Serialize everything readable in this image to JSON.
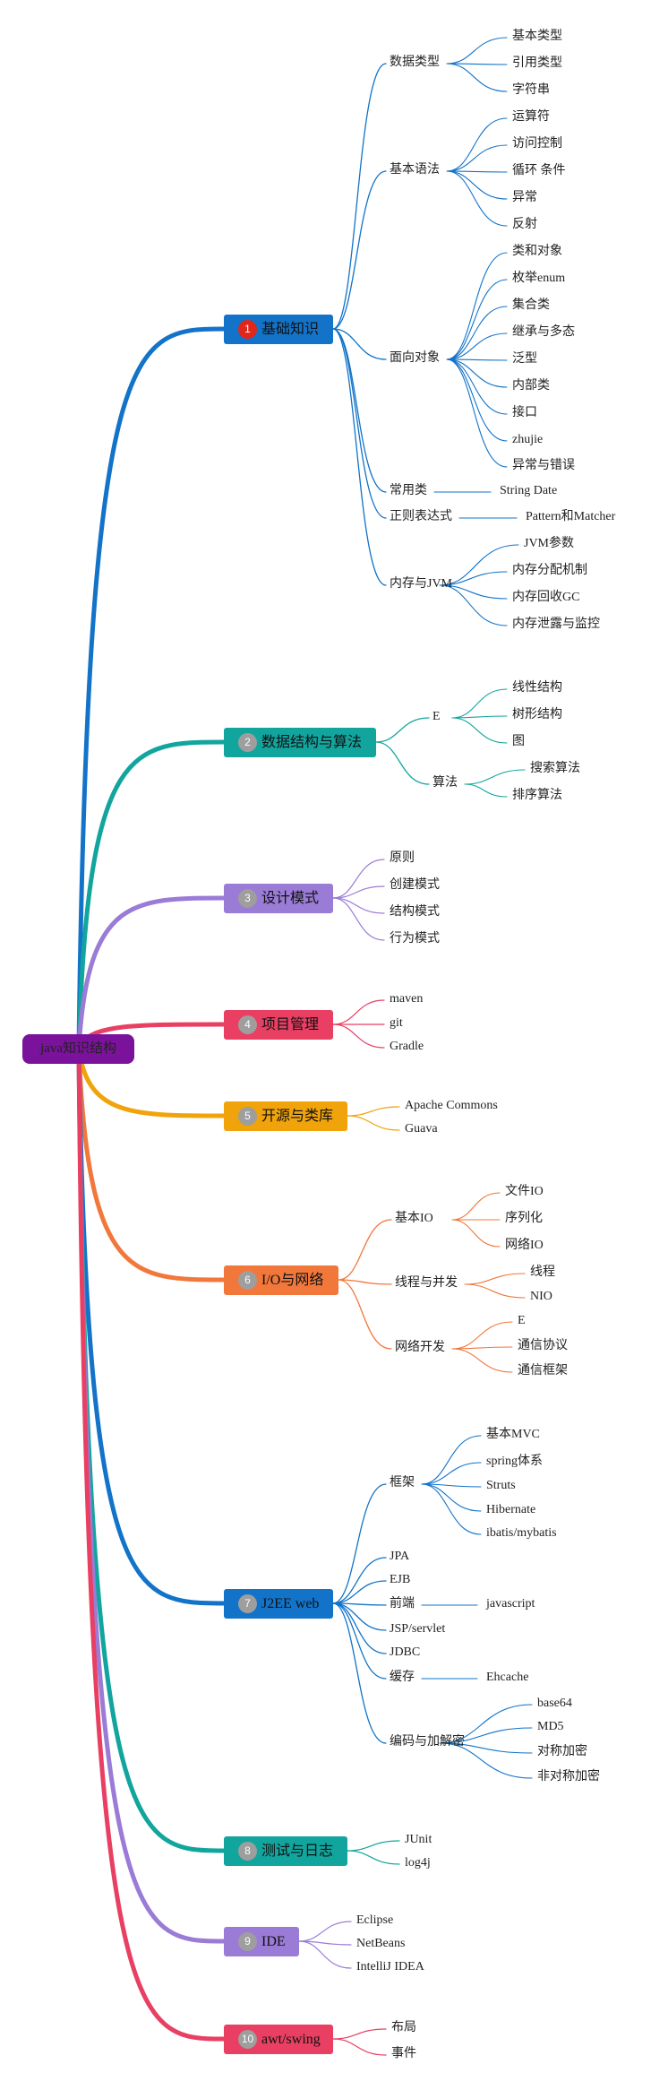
{
  "colors": {
    "root": "#7b129b",
    "b1": "#1273c9",
    "b2": "#12a59e",
    "b3": "#9a7bd6",
    "b4": "#e83f63",
    "b5": "#f0a30a",
    "b6": "#f2773b",
    "b7": "#1273c9",
    "b8": "#12a59e",
    "b9": "#9a7bd6",
    "b10": "#e83f63",
    "badge1": "#e1261c",
    "badge_other": "#9e9e9e"
  },
  "root": {
    "label": "java知识结构"
  },
  "branches": [
    {
      "num": "1",
      "label": "基础知识",
      "subs": [
        {
          "label": "数据类型",
          "items": [
            "基本类型",
            "引用类型",
            "字符串"
          ]
        },
        {
          "label": "基本语法",
          "items": [
            "运算符",
            "访问控制",
            "循环 条件",
            "异常",
            "反射"
          ]
        },
        {
          "label": "面向对象",
          "items": [
            "类和对象",
            "枚举enum",
            "集合类",
            "继承与多态",
            "泛型",
            "内部类",
            "接口",
            "zhujie",
            "异常与错误"
          ]
        },
        {
          "label": "常用类",
          "items": [
            "String Date"
          ]
        },
        {
          "label": "正则表达式",
          "items": [
            "Pattern和Matcher"
          ]
        },
        {
          "label": "内存与JVM",
          "items": [
            "JVM参数",
            "内存分配机制",
            "内存回收GC",
            "内存泄露与监控"
          ]
        }
      ]
    },
    {
      "num": "2",
      "label": "数据结构与算法",
      "subs": [
        {
          "label": "E",
          "items": [
            "线性结构",
            "树形结构",
            "图"
          ]
        },
        {
          "label": "算法",
          "items": [
            "搜索算法",
            "排序算法"
          ]
        }
      ]
    },
    {
      "num": "3",
      "label": "设计模式",
      "items": [
        "原则",
        "创建模式",
        "结构模式",
        "行为模式"
      ]
    },
    {
      "num": "4",
      "label": "项目管理",
      "items": [
        "maven",
        "git",
        "Gradle"
      ]
    },
    {
      "num": "5",
      "label": "开源与类库",
      "items": [
        "Apache Commons",
        "Guava"
      ]
    },
    {
      "num": "6",
      "label": "I/O与网络",
      "subs": [
        {
          "label": "基本IO",
          "items": [
            "文件IO",
            "序列化",
            "网络IO"
          ]
        },
        {
          "label": "线程与并发",
          "items": [
            "线程",
            "NIO"
          ]
        },
        {
          "label": "网络开发",
          "items": [
            "E",
            "通信协议",
            "通信框架"
          ]
        }
      ]
    },
    {
      "num": "7",
      "label": "J2EE web",
      "subs": [
        {
          "label": "框架",
          "items": [
            "基本MVC",
            "spring体系",
            "Struts",
            "Hibernate",
            "ibatis/mybatis"
          ]
        },
        {
          "label": "JPA",
          "items": []
        },
        {
          "label": "EJB",
          "items": []
        },
        {
          "label": "前端",
          "items": [
            "javascript"
          ]
        },
        {
          "label": "JSP/servlet",
          "items": []
        },
        {
          "label": "JDBC",
          "items": []
        },
        {
          "label": "缓存",
          "items": [
            "Ehcache"
          ]
        },
        {
          "label": "编码与加解密",
          "items": [
            "base64",
            "MD5",
            "对称加密",
            "非对称加密"
          ]
        }
      ]
    },
    {
      "num": "8",
      "label": "测试与日志",
      "items": [
        "JUnit",
        "log4j"
      ]
    },
    {
      "num": "9",
      "label": "IDE",
      "items": [
        "Eclipse",
        "NetBeans",
        "IntelliJ IDEA"
      ]
    },
    {
      "num": "10",
      "label": "awt/swing",
      "items": [
        "布局",
        "事件"
      ]
    }
  ]
}
